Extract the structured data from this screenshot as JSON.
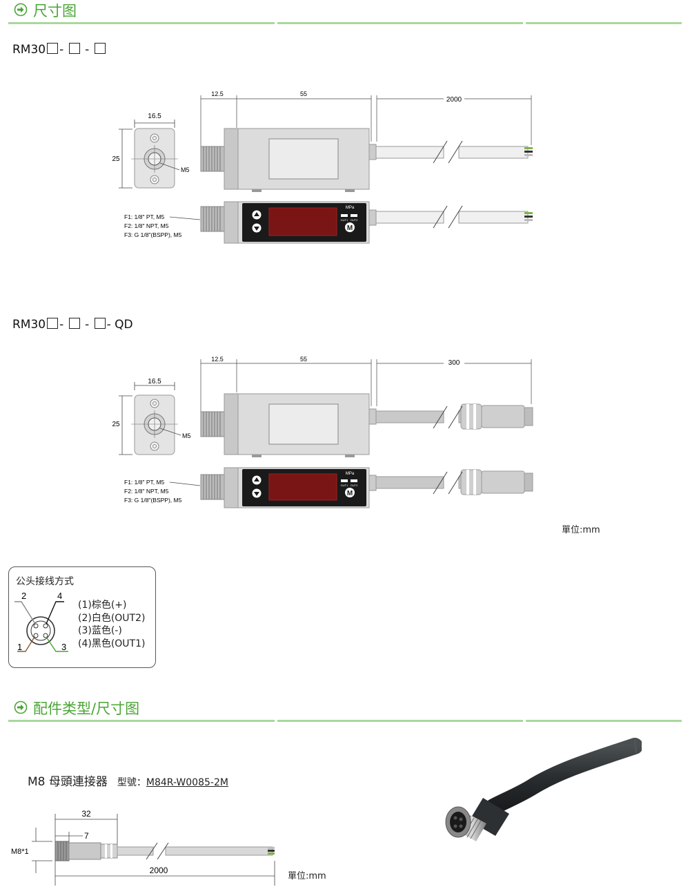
{
  "sections": {
    "dimensions": {
      "title": "尺寸图"
    },
    "accessories": {
      "title": "配件类型/尺寸图"
    }
  },
  "colors": {
    "accent": "#4aa535",
    "rule": "#a8d89b"
  },
  "model_a": {
    "prefix": "RM30",
    "sep1": "-",
    "sep2": "-",
    "suffix": ""
  },
  "model_b": {
    "prefix": "RM30",
    "sep1": "-",
    "sep2": "-",
    "suffix": "- QD"
  },
  "drawing_a": {
    "dim_width": "16.5",
    "dim_height": "25",
    "port": "M5",
    "dim_thread": "12.5",
    "dim_body": "55",
    "dim_cable": "2000",
    "display_unit": "MPa",
    "out1": "OUT1",
    "out2": "OUT2",
    "mode_key": "M",
    "fittings": [
      "F1: 1/8\" PT, M5",
      "F2: 1/8\" NPT, M5",
      "F3: G 1/8\"(BSPP), M5"
    ]
  },
  "drawing_b": {
    "dim_width": "16.5",
    "dim_height": "25",
    "port": "M5",
    "dim_thread": "12.5",
    "dim_body": "55",
    "dim_cable": "300",
    "display_unit": "MPa",
    "out1": "OUT1",
    "out2": "OUT2",
    "mode_key": "M",
    "fittings": [
      "F1: 1/8\" PT, M5",
      "F2: 1/8\" NPT, M5",
      "F3: G 1/8\"(BSPP), M5"
    ]
  },
  "unit_label_1": "單位:mm",
  "wiring": {
    "title": "公头接线方式",
    "pins": [
      "2",
      "4",
      "1",
      "3"
    ],
    "legend": [
      "(1)棕色(+)",
      "(2)白色(OUT2)",
      "(3)蓝色(-)",
      "(4)黑色(OUT1)"
    ]
  },
  "connector": {
    "name": "M8 母頭連接器",
    "model_label": "型號：",
    "model_value": "M84R-W0085-2M",
    "dim_total": "32",
    "dim_head": "7",
    "dim_thread": "M8*1",
    "dim_cable": "2000",
    "unit_label": "單位:mm"
  }
}
